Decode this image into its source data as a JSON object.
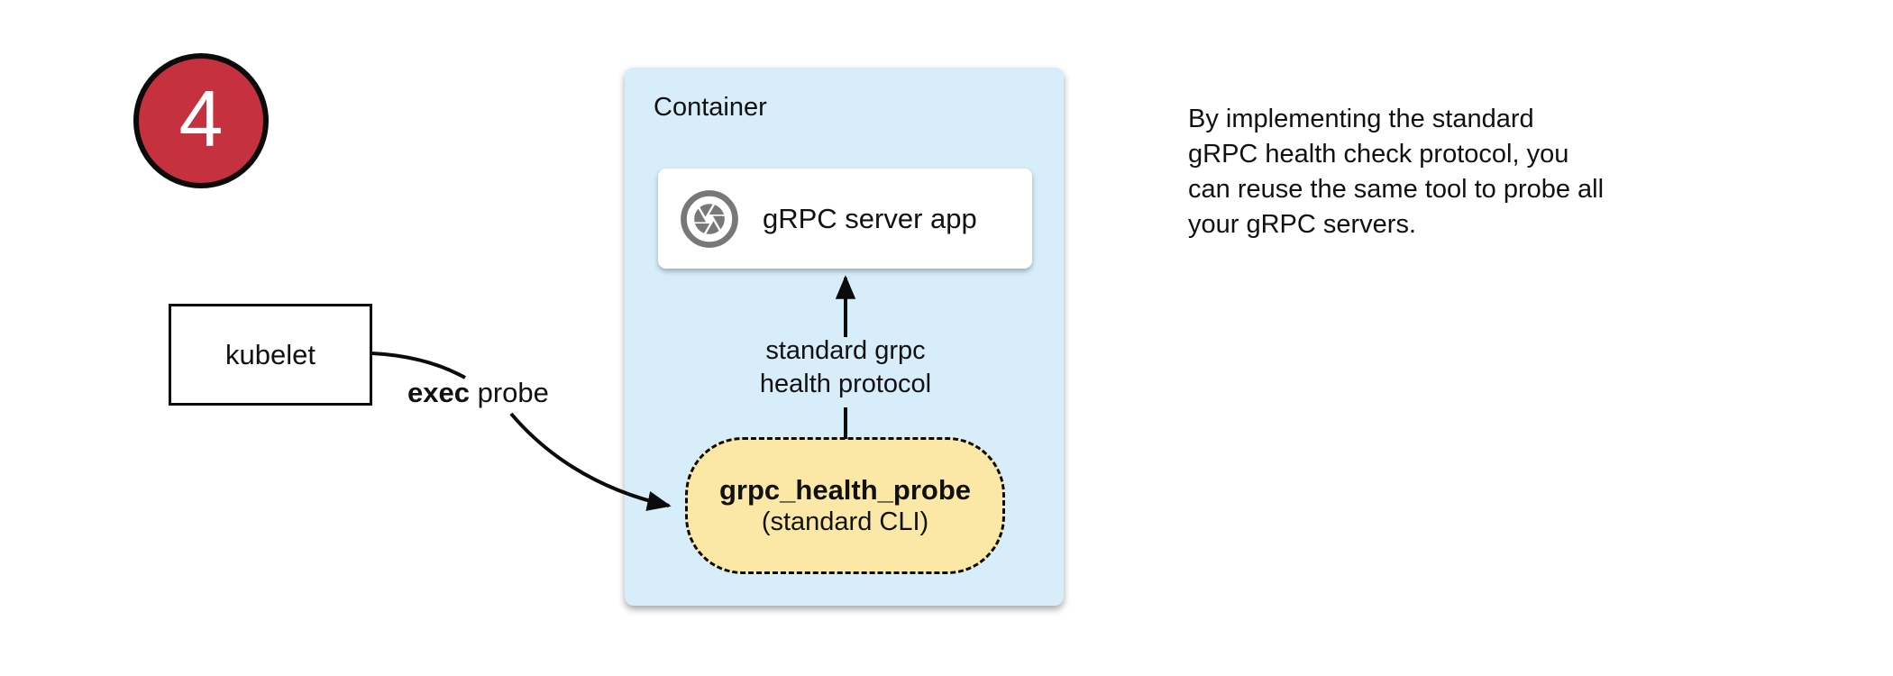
{
  "badge": {
    "number": "4",
    "color": "#C5313F"
  },
  "kubelet": {
    "label": "kubelet"
  },
  "exec_probe": {
    "bold": "exec",
    "rest": " probe"
  },
  "container": {
    "title": "Container",
    "bg_color": "#D7EDFA",
    "server_app": {
      "label": "gRPC server app",
      "icon": "aperture-icon",
      "icon_color": "#787878"
    },
    "protocol_label": "standard grpc\nhealth protocol",
    "probe_box": {
      "title": "grpc_health_probe",
      "subtitle": "(standard CLI)",
      "bg_color": "#FCE8A6"
    }
  },
  "note": "By implementing the standard\ngRPC health check protocol, you\ncan reuse the same tool to probe all\nyour gRPC servers."
}
